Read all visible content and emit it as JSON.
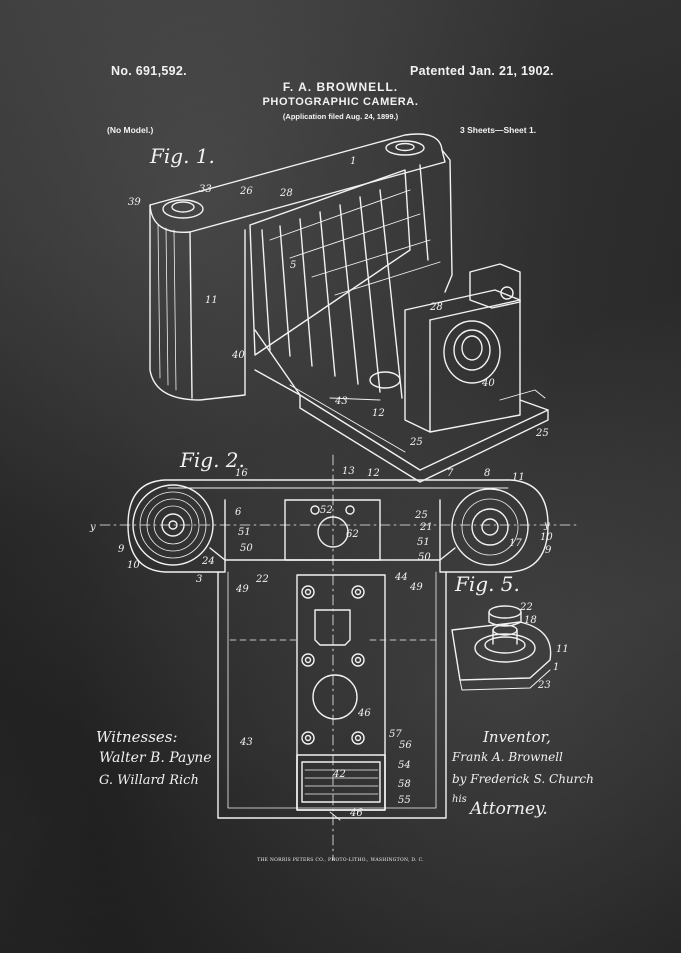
{
  "header": {
    "patent_number": "No. 691,592.",
    "patented_date": "Patented Jan. 21, 1902.",
    "inventor_name": "F. A. BROWNELL.",
    "title": "PHOTOGRAPHIC CAMERA.",
    "application_filed": "(Application filed Aug. 24, 1899.)",
    "model_note": "(No Model.)",
    "sheet_info": "3 Sheets—Sheet 1."
  },
  "figures": {
    "fig1": "Fig. 1.",
    "fig2": "Fig. 2.",
    "fig5": "Fig. 5."
  },
  "reference_numerals": {
    "fig1": [
      "1",
      "33",
      "26",
      "39",
      "28",
      "5",
      "11",
      "40",
      "43",
      "12",
      "28",
      "40",
      "25",
      "25"
    ],
    "fig2": [
      "16",
      "13",
      "12",
      "7",
      "8",
      "11",
      "y",
      "y",
      "6",
      "51",
      "50",
      "52",
      "62",
      "25",
      "21",
      "51",
      "50",
      "9",
      "10",
      "24",
      "3",
      "22",
      "49",
      "44",
      "49",
      "17",
      "10",
      "9",
      "43",
      "46",
      "57",
      "56",
      "54",
      "58",
      "55",
      "42",
      "46"
    ],
    "fig5": [
      "22",
      "18",
      "11",
      "1",
      "23"
    ]
  },
  "signatures": {
    "witnesses_label": "Witnesses:",
    "witness_1": "Walter B. Payne",
    "witness_2": "G. Willard Rich",
    "inventor_label": "Inventor,",
    "inventor_signature": "Frank A. Brownell",
    "by_line": "by Frederick S. Church",
    "his_line": "his",
    "attorney_label": "Attorney."
  },
  "footer": {
    "printer": "THE NORRIS PETERS CO., PHOTO-LITHO., WASHINGTON, D. C."
  },
  "colors": {
    "ink": "#f2f2f2",
    "board": "#2b2b2b"
  }
}
